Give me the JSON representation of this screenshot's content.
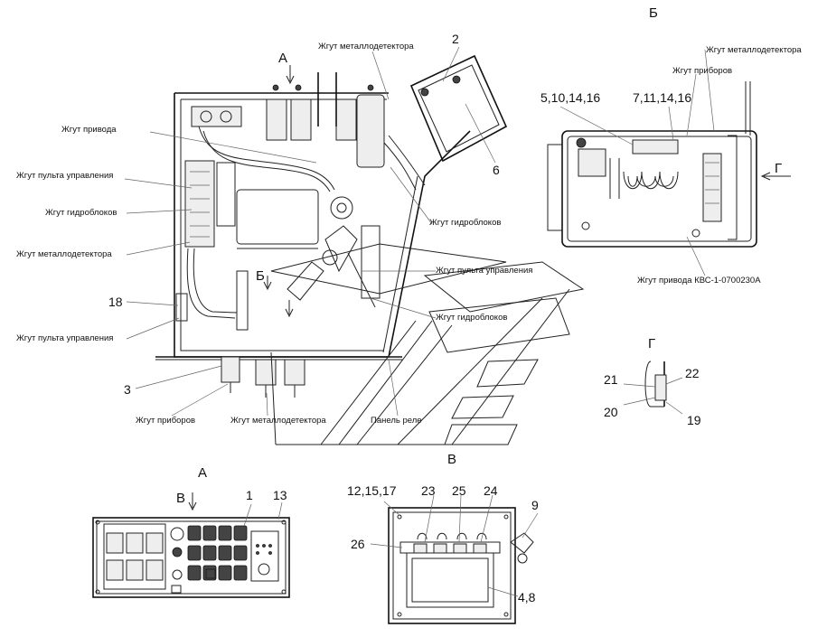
{
  "views": {
    "A_top": "А",
    "B_top": "Б",
    "G_right": "Г",
    "A_panel": "А",
    "V_top": "В",
    "G_detail": "Г",
    "B_arrow": "Б",
    "A_arrow": "А",
    "V_arrow": "В"
  },
  "labels": {
    "metal_detector_top": "Жгут металлодетектора",
    "drive_harness": "Жгут привода",
    "control_panel_1": "Жгут пульта управления",
    "hydro_blocks_1": "Жгут гидроблоков",
    "metal_detector_left": "Жгут металлодетектора",
    "control_panel_2": "Жгут пульта управления",
    "instruments_bottom": "Жгут приборов",
    "metal_detector_bottom": "Жгут металлодетектора",
    "relay_panel": "Панель реле",
    "hydro_blocks_mid": "Жгут гидроблоков",
    "control_panel_mid": "Жгут пульта управления",
    "hydro_blocks_right": "Жгут гидроблоков",
    "metal_detector_view_b": "Жгут металлодетектора",
    "instruments_view_b": "Жгут приборов",
    "drive_kvs": "Жгут привода КВС-1-0700230А"
  },
  "numbers": {
    "n2": "2",
    "n6": "6",
    "n18": "18",
    "n3": "3",
    "n5_10_14_16": "5,10,14,16",
    "n7_11_14_16": "7,11,14,16",
    "n21": "21",
    "n22": "22",
    "n20": "20",
    "n19": "19",
    "n1": "1",
    "n13": "13",
    "n12_15_17": "12,15,17",
    "n23": "23",
    "n25": "25",
    "n24": "24",
    "n9": "9",
    "n26": "26",
    "n4_8": "4,8"
  }
}
